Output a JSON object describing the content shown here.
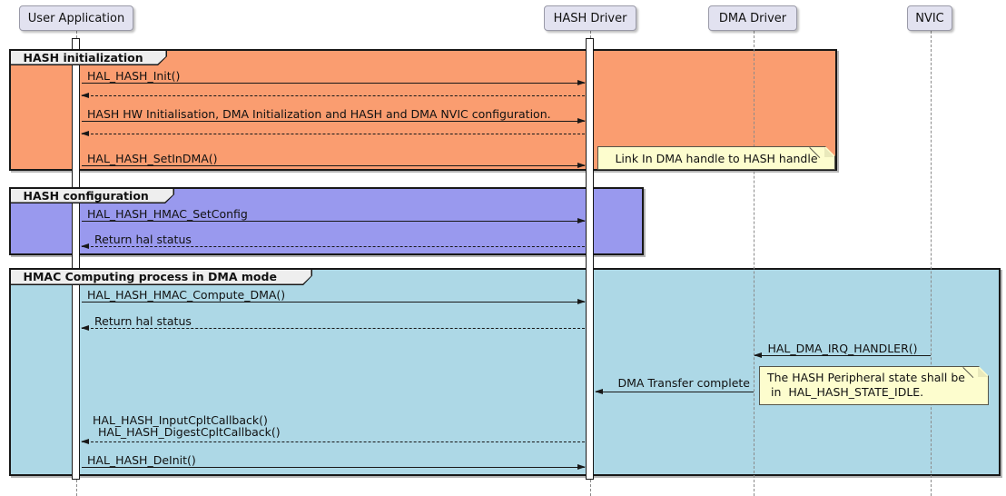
{
  "participants": [
    {
      "label": "User Application"
    },
    {
      "label": "HASH Driver"
    },
    {
      "label": "DMA Driver"
    },
    {
      "label": "NVIC"
    }
  ],
  "groups": [
    {
      "title": "HASH initialization",
      "bg": "#FA9D70"
    },
    {
      "title": "HASH configuration",
      "bg": "#9999EE"
    },
    {
      "title": "HMAC Computing process in DMA mode",
      "bg": "#ADD8E6"
    }
  ],
  "messages": {
    "init": "HAL_HASH_Init()",
    "hw_init": "HASH HW Initialisation, DMA Initialization and HASH and DMA NVIC configuration.",
    "set_in_dma": "HAL_HASH_SetInDMA()",
    "hmac_set_config": "HAL_HASH_HMAC_SetConfig",
    "return_hal_status_1": "Return hal status",
    "hmac_compute_dma": "HAL_HASH_HMAC_Compute_DMA()",
    "return_hal_status_2": "Return hal status",
    "dma_irq_handler": "HAL_DMA_IRQ_HANDLER()",
    "dma_transfer_complete": "DMA Transfer complete",
    "input_cplt_callback": "HAL_HASH_InputCpltCallback()",
    "digest_cplt_callback": "HAL_HASH_DigestCpltCallback()",
    "deinit": "HAL_HASH_DeInit()"
  },
  "notes": {
    "link_dma": "Link In DMA handle to HASH handle",
    "state_line1": "The HASH Peripheral state shall be",
    "state_line2": "in  HAL_HASH_STATE_IDLE."
  },
  "colors": {
    "init_group_bg": "#FA9D70",
    "config_group_bg": "#9999EE",
    "dma_group_bg": "#ADD8E6",
    "participant_bg": "#E2E2F0",
    "group_header_bg": "#EEEEEE",
    "note_bg": "#FDFDCE",
    "line_color": "#181818",
    "lifeline_color": "#8A8A8A"
  }
}
